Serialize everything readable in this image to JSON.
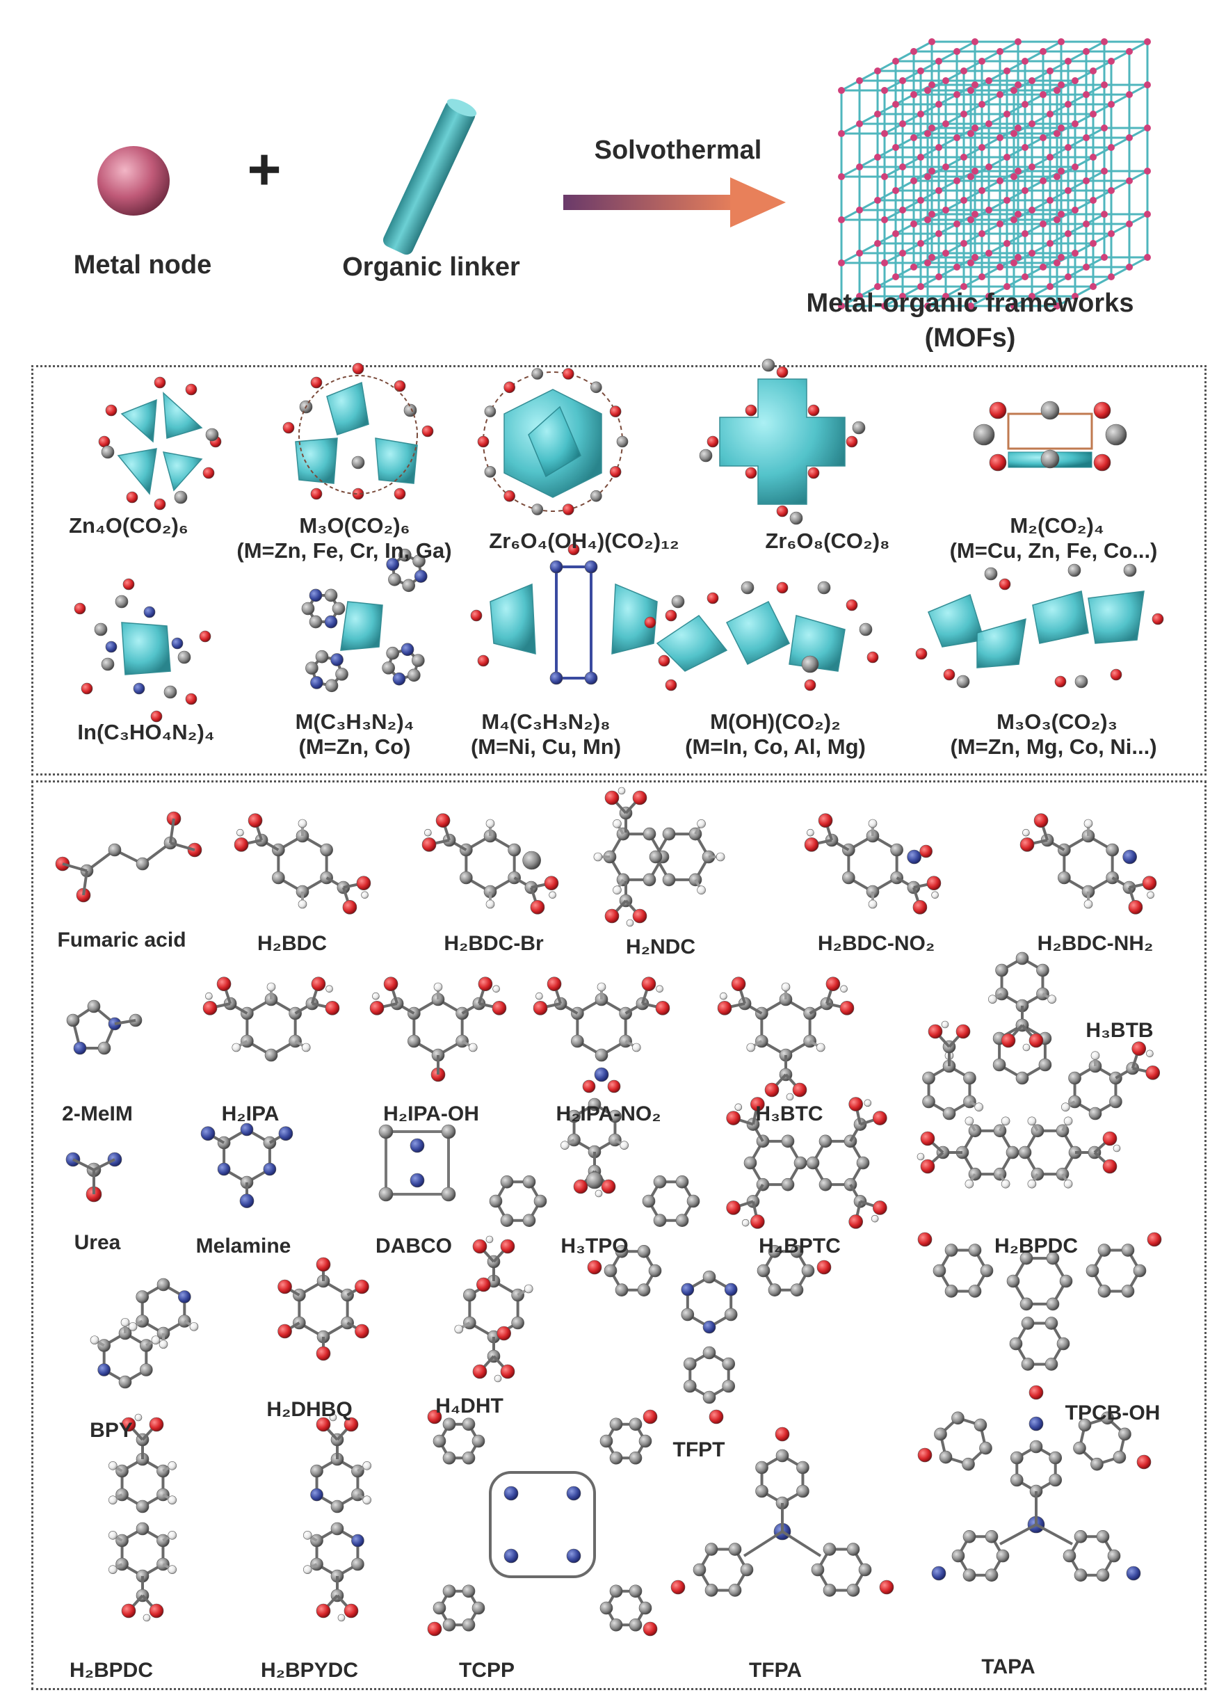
{
  "top": {
    "metal_node": "Metal node",
    "plus": "+",
    "organic_linker": "Organic linker",
    "arrow_label": "Solvothermal",
    "mof_line1": "Metal-organic frameworks",
    "mof_line2": "(MOFs)"
  },
  "nodes": [
    {
      "label": "Zn₄O(CO₂)₆",
      "sub": ""
    },
    {
      "label": "M₃O(CO₂)₆",
      "sub": "(M=Zn, Fe, Cr, In, Ga)"
    },
    {
      "label": "Zr₆O₄(OH₄)(CO₂)₁₂",
      "sub": ""
    },
    {
      "label": "Zr₆O₈(CO₂)₈",
      "sub": ""
    },
    {
      "label": "M₂(CO₂)₄",
      "sub": "(M=Cu, Zn, Fe, Co...)"
    },
    {
      "label": "In(C₃HO₄N₂)₄",
      "sub": ""
    },
    {
      "label": "M(C₃H₃N₂)₄",
      "sub": "(M=Zn, Co)"
    },
    {
      "label": "M₄(C₃H₃N₂)₈",
      "sub": "(M=Ni, Cu, Mn)"
    },
    {
      "label": "M(OH)(CO₂)₂",
      "sub": "(M=In, Co, Al, Mg)"
    },
    {
      "label": "M₃O₃(CO₂)₃",
      "sub": "(M=Zn, Mg, Co, Ni...)"
    }
  ],
  "linkers": [
    "Fumaric acid",
    "H₂BDC",
    "H₂BDC-Br",
    "H₂NDC",
    "H₂BDC-NO₂",
    "H₂BDC-NH₂",
    "2-MeIM",
    "H₂IPA",
    "H₂IPA-OH",
    "H₂IPA-NO₂",
    "H₃BTC",
    "H₃BTB",
    "Urea",
    "Melamine",
    "DABCO",
    "H₃TPO",
    "H₄BPTC",
    "H₂BPDC",
    "BPY",
    "H₂DHBQ",
    "H₄DHT",
    "TFPT",
    "TPCB-OH",
    "H₂BPDC",
    "H₂BPYDC",
    "TCPP",
    "TFPA",
    "TAPA"
  ],
  "colors": {
    "metal_sphere": "#c05a78",
    "linker_rod": "#4ab3b8",
    "framework_line": "#4fb6bd",
    "framework_node": "#d0407a",
    "polyhedron": "#4ac0c8",
    "oxygen": "#d8262a",
    "carbon": "#8c8c8c",
    "nitrogen": "#3a4aa0",
    "arrow_start": "#6a3a6a",
    "arrow_end": "#e8805a"
  }
}
